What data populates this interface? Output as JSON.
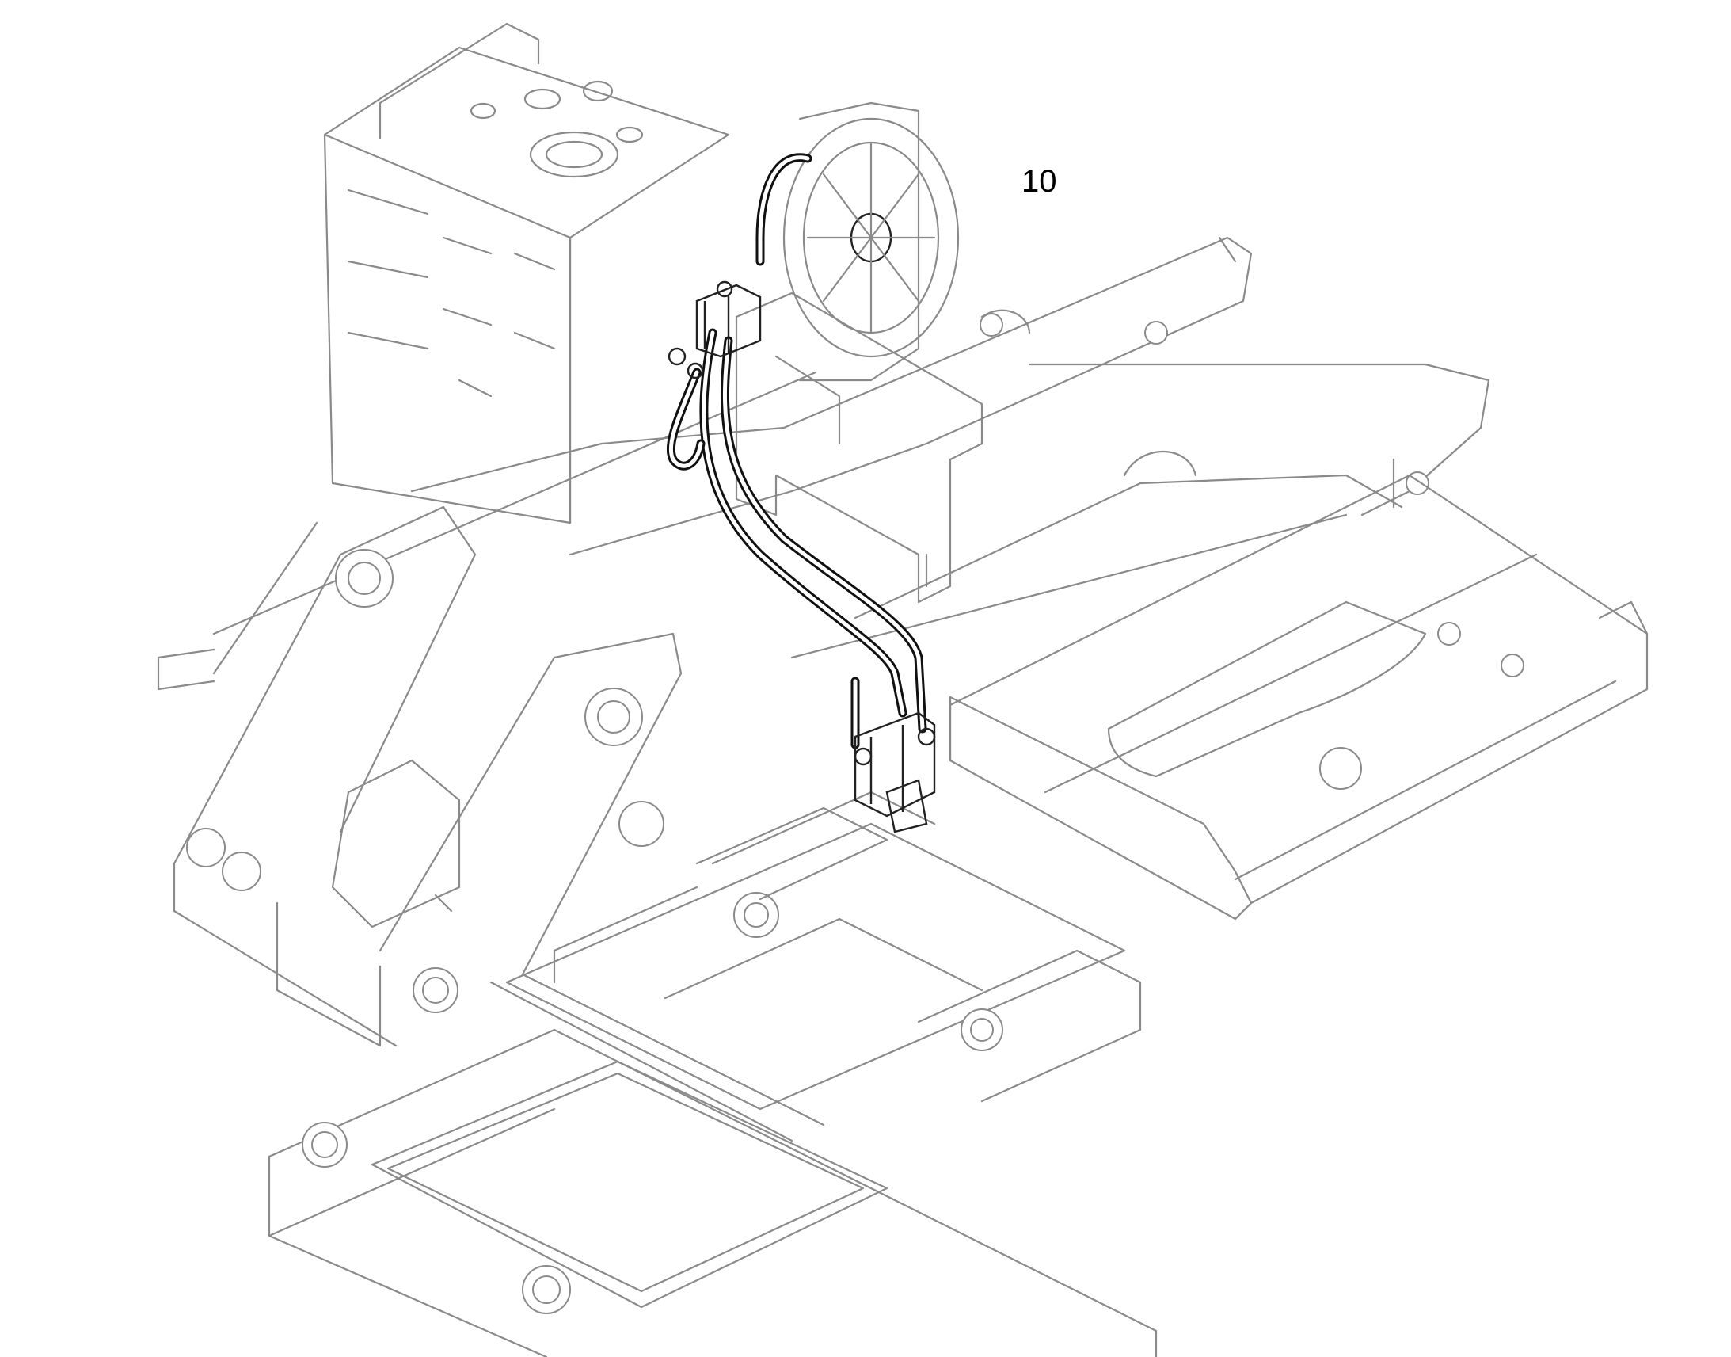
{
  "callouts": [
    {
      "label": "10"
    }
  ],
  "icons": {
    "frame": "machine-frame-line-drawing",
    "tank": "hydraulic-tank",
    "cooler": "fan-cooler",
    "valve_upper": "valve-block",
    "valve_lower": "valve-block",
    "hoses": "hydraulic-hose-assembly"
  },
  "colors": {
    "background": "#ffffff",
    "frame_line": "#8a8a8a",
    "highlight_line": "#111111"
  }
}
